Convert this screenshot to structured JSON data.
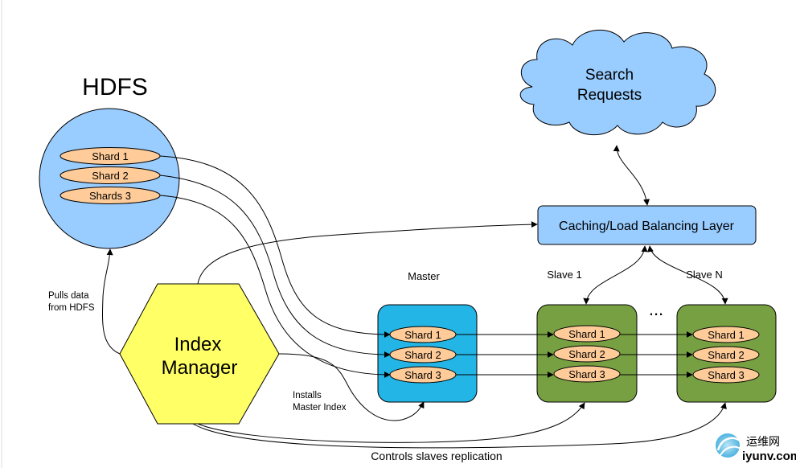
{
  "hdfs": {
    "title": "HDFS",
    "shards": [
      "Shard 1",
      "Shard 2",
      "Shards 3"
    ]
  },
  "search_requests": {
    "line1": "Search",
    "line2": "Requests"
  },
  "caching_layer": {
    "label": "Caching/Load Balancing Layer"
  },
  "index_manager": {
    "line1": "Index",
    "line2": "Manager"
  },
  "nodes": {
    "master": {
      "label": "Master",
      "shards": [
        "Shard 1",
        "Shard 2",
        "Shard 3"
      ]
    },
    "slave1": {
      "label": "Slave 1",
      "shards": [
        "Shard 1",
        "Shard 2",
        "Shard 3"
      ]
    },
    "ellipsis": "...",
    "slaveN": {
      "label": "Slave N",
      "shards": [
        "Shard 1",
        "Shard 2",
        "Shard 3"
      ]
    }
  },
  "annotations": {
    "pulls_line1": "Pulls data",
    "pulls_line2": "from HDFS",
    "installs_line1": "Installs",
    "installs_line2": "Master Index",
    "controls": "Controls slaves replication"
  },
  "watermark": {
    "cn": "运维网",
    "url": "iyunv.com"
  },
  "colors": {
    "hdfs_fill": "#99ccff",
    "shard_fill": "#ffcc99",
    "cloud_fill": "#99ccff",
    "caching_fill": "#99ccff",
    "hex_fill": "#ffff66",
    "master_fill": "#22b5e5",
    "slave_fill": "#77a042"
  }
}
